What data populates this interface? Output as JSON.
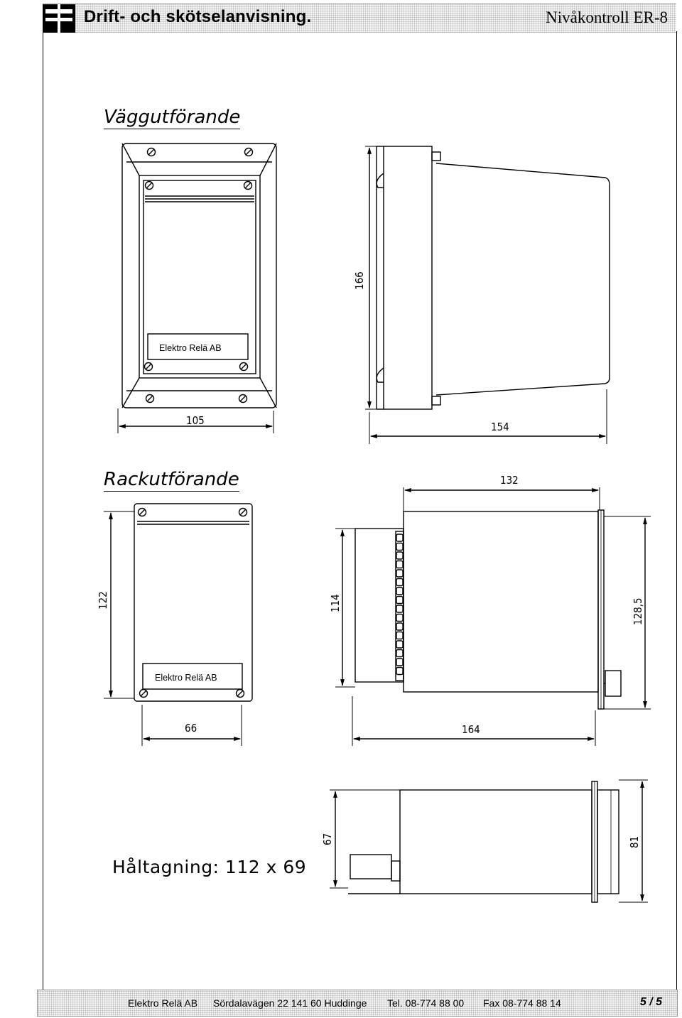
{
  "header": {
    "title": "Drift- och skötselanvisning.",
    "product": "Nivåkontroll ER-8"
  },
  "sections": {
    "wall": {
      "heading": "Väggutförande"
    },
    "rack": {
      "heading": "Rackutförande"
    },
    "cutout": {
      "label": "Håltagning: 112 x 69"
    }
  },
  "nameplate": "Elektro Relä AB",
  "dimensions": {
    "wall_front_width": "105",
    "wall_side_height": "166",
    "wall_side_depth": "154",
    "rack_front_height": "122",
    "rack_front_width": "66",
    "rack_side_top": "132",
    "rack_side_height_inner": "114",
    "rack_side_height_outer": "128,5",
    "rack_side_depth": "164",
    "cutout_height_left": "67",
    "cutout_height_right": "81"
  },
  "footer": {
    "company": "Elektro Relä AB",
    "address": "Sördalavägen 22  141 60 Huddinge",
    "phone": "Tel. 08-774 88 00",
    "fax": "Fax 08-774 88 14",
    "page": "5 / 5"
  }
}
